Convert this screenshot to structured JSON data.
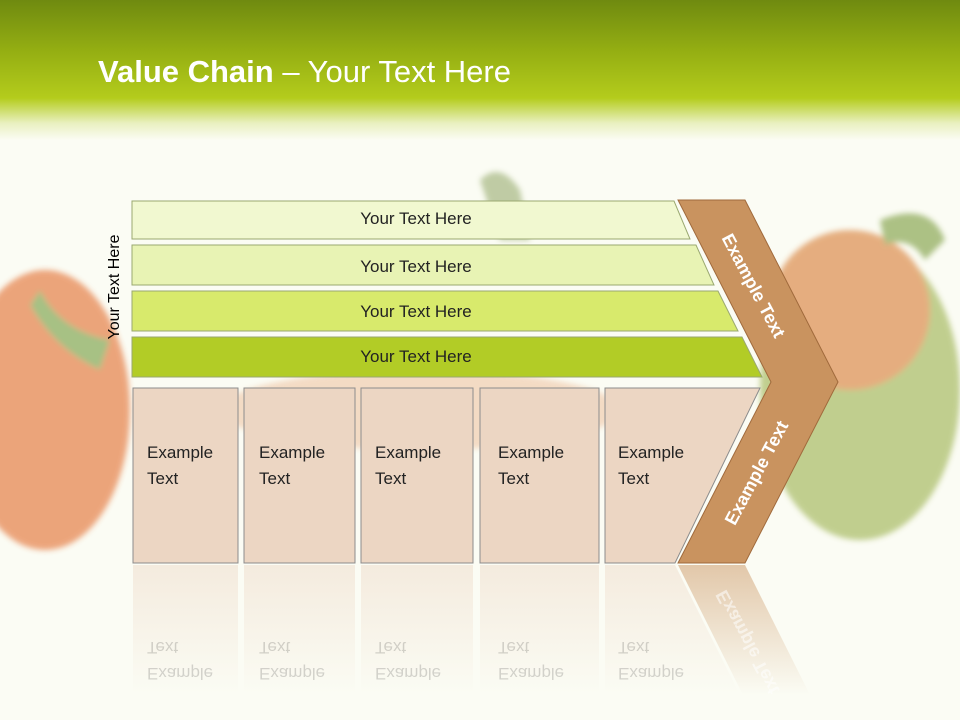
{
  "header": {
    "title_bold": "Value Chain",
    "title_rest": " – Your Text Here"
  },
  "diagram": {
    "side_label": "Your Text Here",
    "bars": [
      {
        "label": "Your Text Here",
        "color": "#f1f8d0"
      },
      {
        "label": "Your Text Here",
        "color": "#e8f3b4"
      },
      {
        "label": "Your Text Here",
        "color": "#d8ea6c"
      },
      {
        "label": "Your Text Here",
        "color": "#b2cc26"
      }
    ],
    "boxes": [
      {
        "line1": "Example",
        "line2": "Text"
      },
      {
        "line1": "Example",
        "line2": "Text"
      },
      {
        "line1": "Example",
        "line2": "Text"
      },
      {
        "line1": "Example",
        "line2": "Text"
      },
      {
        "line1": "Example",
        "line2": "Text"
      }
    ],
    "arrow_top_label": "Example Text",
    "arrow_bottom_label": "Example Text",
    "box_color": "#ecd6c3",
    "arrow_color": "#c9935f"
  }
}
